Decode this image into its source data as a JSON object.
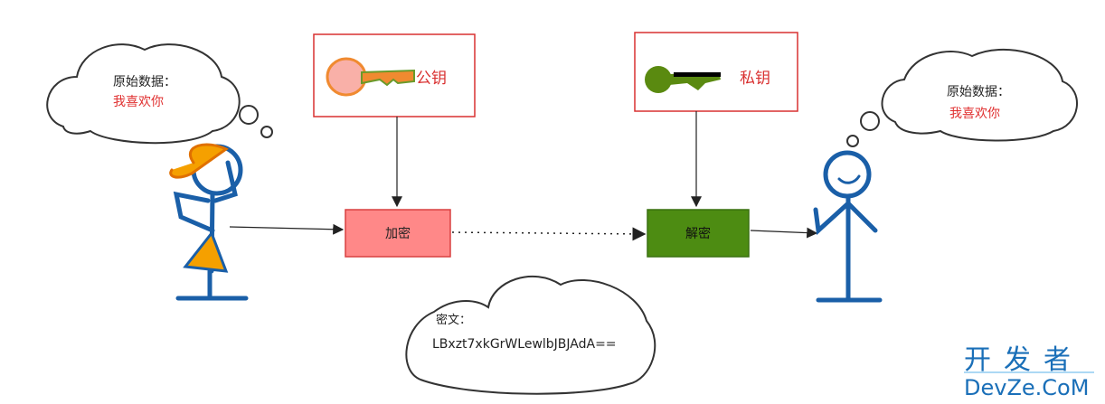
{
  "sender_cloud": {
    "label": "原始数据：",
    "message": "我喜欢你"
  },
  "receiver_cloud": {
    "label": "原始数据：",
    "message": "我喜欢你"
  },
  "public_key": {
    "label": "公钥"
  },
  "private_key": {
    "label": "私钥"
  },
  "encrypt_box": {
    "label": "加密",
    "color": "#ff8888"
  },
  "decrypt_box": {
    "label": "解密",
    "color": "#4d8c12"
  },
  "ciphertext_cloud": {
    "label": "密文：",
    "value": "LBxzt7xkGrWLewlbJBJAdA=="
  },
  "watermark": {
    "cn": "开发者",
    "en": "DevZe.CoM"
  }
}
